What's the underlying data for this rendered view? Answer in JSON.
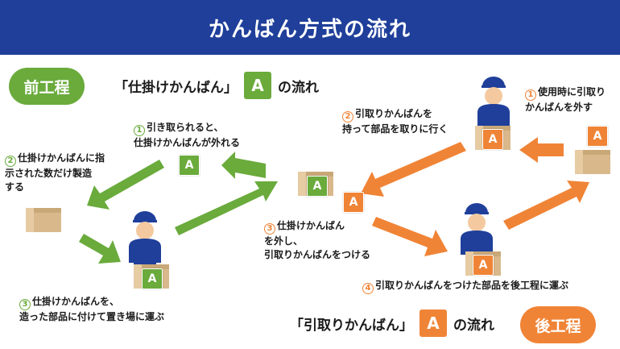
{
  "header": {
    "title": "かんばん方式の流れ"
  },
  "pre_process": {
    "label": "前工程"
  },
  "post_process": {
    "label": "後工程"
  },
  "flow_top": {
    "before": "「仕掛けかんばん」",
    "badge": "A",
    "after": "の流れ"
  },
  "flow_bottom": {
    "before": "「引取りかんばん」",
    "badge": "A",
    "after": "の流れ"
  },
  "steps_green": [
    {
      "num": "1",
      "text": "引き取られると、\n仕掛けかんばんが外れる"
    },
    {
      "num": "2",
      "text": "仕掛けかんばんに指\n示された数だけ製造\nする"
    },
    {
      "num": "3",
      "text": "仕掛けかんばんを、\n造った部品に付けて置き場に運ぶ"
    }
  ],
  "steps_orange": [
    {
      "num": "1",
      "text": "使用時に引取り\nかんばんを外す"
    },
    {
      "num": "2",
      "text": "引取りかんばんを\n持って部品を取りに行く"
    },
    {
      "num": "3",
      "text": "仕掛けかんばん\nを外し、\n引取りかんばんをつける"
    },
    {
      "num": "4",
      "text": "引取りかんばんをつけた部品を後工程に運ぶ"
    }
  ],
  "card_letter": "A",
  "colors": {
    "header": "#1f3f9a",
    "green": "#6aab3c",
    "orange": "#f08436",
    "box": "#d9b98c"
  }
}
